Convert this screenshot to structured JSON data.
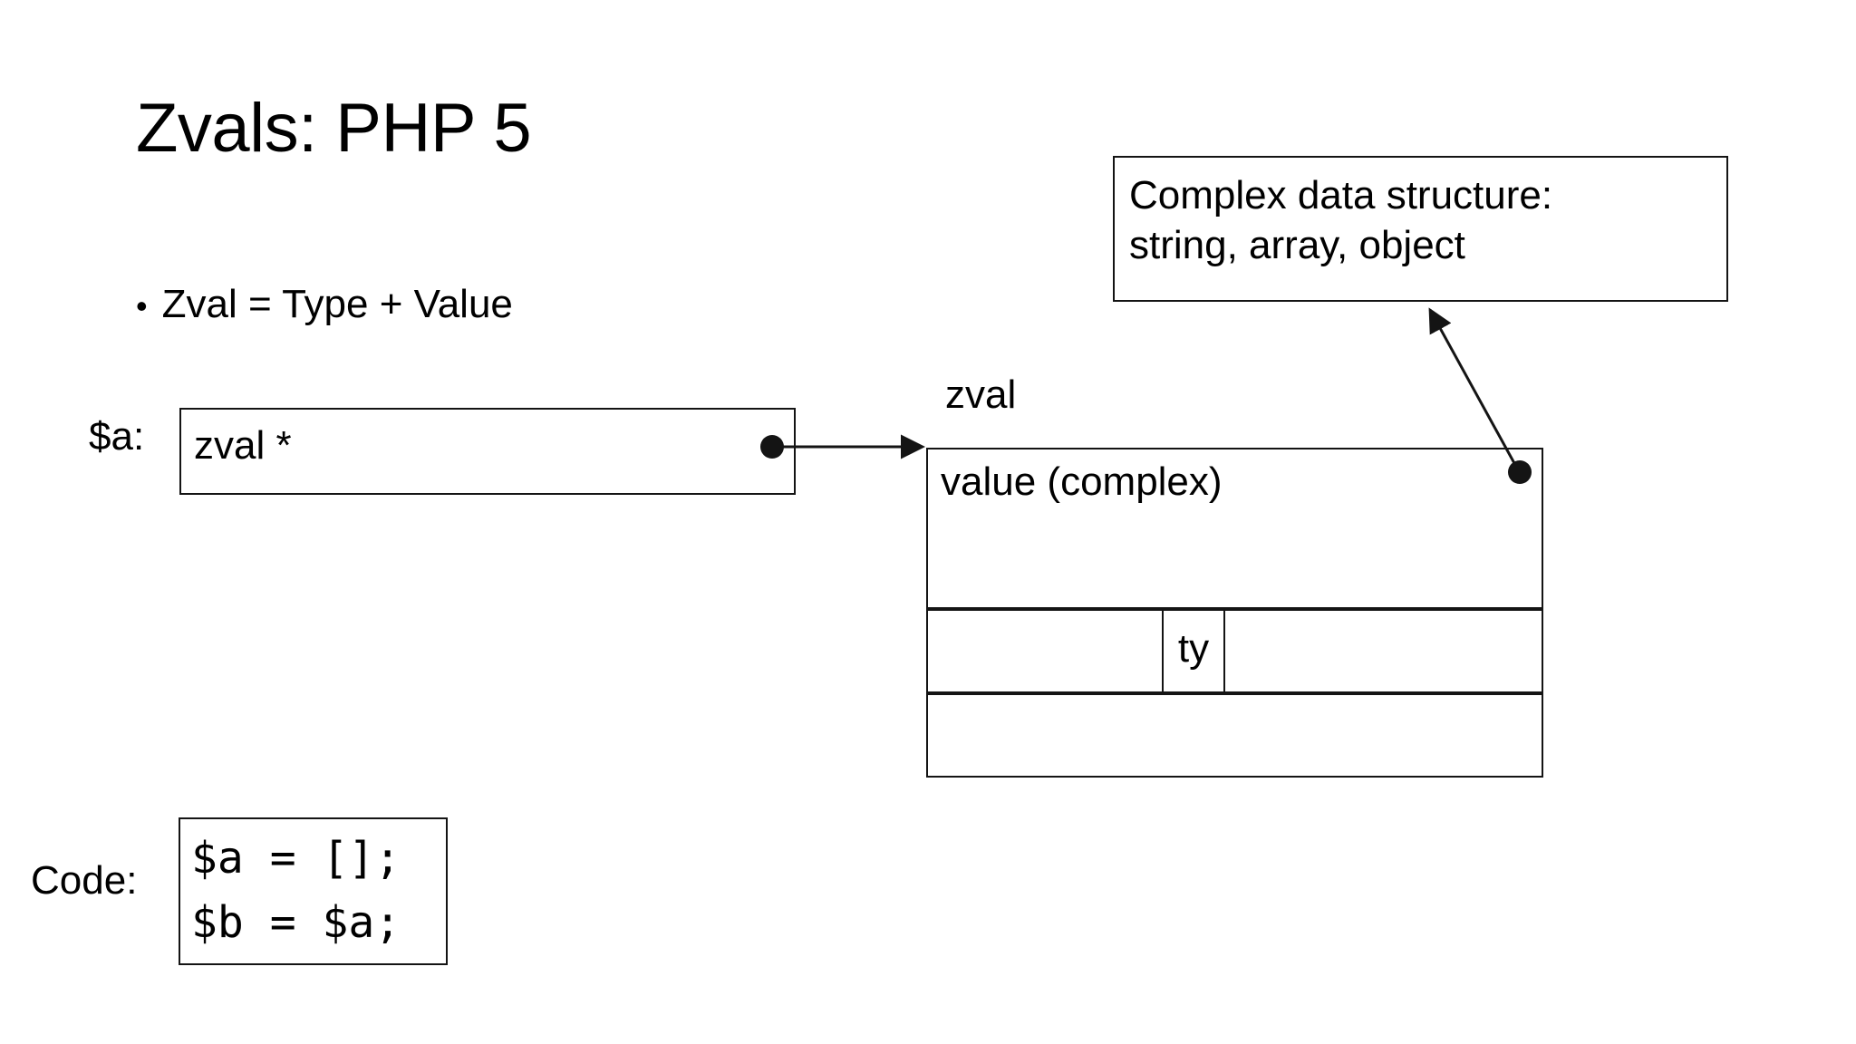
{
  "slide": {
    "title": "Zvals: PHP 5",
    "background_color": "#ffffff",
    "ink_color": "#141414"
  },
  "bullets": [
    {
      "marker": "•",
      "text": "Zval = Type + Value"
    }
  ],
  "pointer_row": {
    "variable_label": "$a:",
    "box_text": "zval *",
    "pointer_dot": "filled-dot",
    "arrow_target": "zval"
  },
  "zval_struct": {
    "label": "zval",
    "rows": [
      {
        "name": "value-row",
        "text": "value (complex)",
        "has_pointer_dot": true
      },
      {
        "name": "type-row",
        "text": "",
        "cells": [
          {
            "text": ""
          },
          {
            "text": "ty"
          },
          {
            "text": ""
          }
        ]
      },
      {
        "name": "bottom-row",
        "text": ""
      }
    ]
  },
  "callout": {
    "text": "Complex data structure:\nstring, array, object"
  },
  "code": {
    "label": "Code:",
    "lines": "$a = [];\n$b = $a;"
  }
}
